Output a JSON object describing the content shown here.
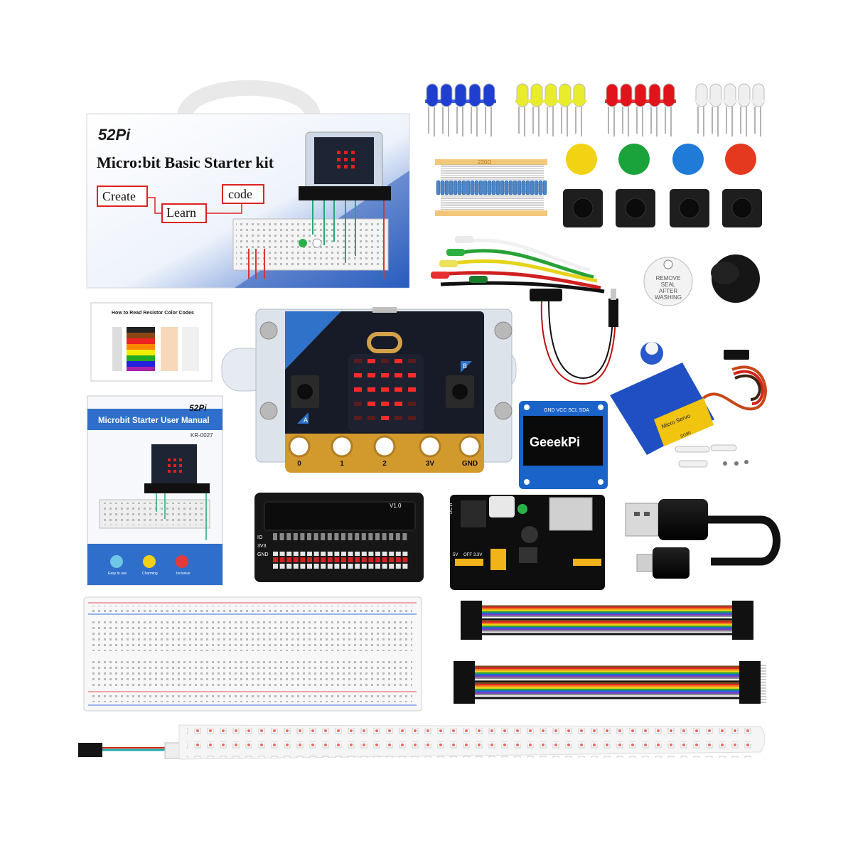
{
  "box": {
    "brand": "52Pi",
    "title": "Micro:bit Basic Starter kit",
    "tags": [
      "Create",
      "Learn",
      "code"
    ]
  },
  "resistor_card": {
    "title": "How to Read Resistor Color Codes"
  },
  "resistor_strip": {
    "value_label": "220Ω"
  },
  "manual": {
    "brand": "52Pi",
    "title": "Microbit Starter User Manual",
    "code": "KR-0027",
    "footer_items": [
      "Easy to use",
      "Charming",
      "Inclusive"
    ]
  },
  "microbit": {
    "button_a": "A",
    "button_b": "B",
    "pins": [
      "0",
      "1",
      "2",
      "3V",
      "GND"
    ]
  },
  "oled": {
    "header": "GND VCC SCL SDA",
    "logo": "GeeekPi"
  },
  "breakout": {
    "version": "V1.0",
    "labels": [
      "IO",
      "3V3",
      "GND"
    ]
  },
  "power_module": {
    "label_left": "DC-in",
    "jumper_labels": [
      "5V",
      "OFF",
      "3.3V"
    ]
  },
  "servo": {
    "label": "Micro Servo",
    "model": "SG90"
  },
  "buzzer": {
    "sticker_lines": [
      "REMOVE",
      "SEAL",
      "AFTER",
      "WASHING"
    ]
  },
  "leds": {
    "colors": [
      "#1f3fd0",
      "#e8ec2a",
      "#e0141a",
      "#efefef"
    ]
  },
  "button_caps": {
    "colors": [
      "#f2d313",
      "#19a33a",
      "#1f7ad8",
      "#e5391f"
    ]
  }
}
